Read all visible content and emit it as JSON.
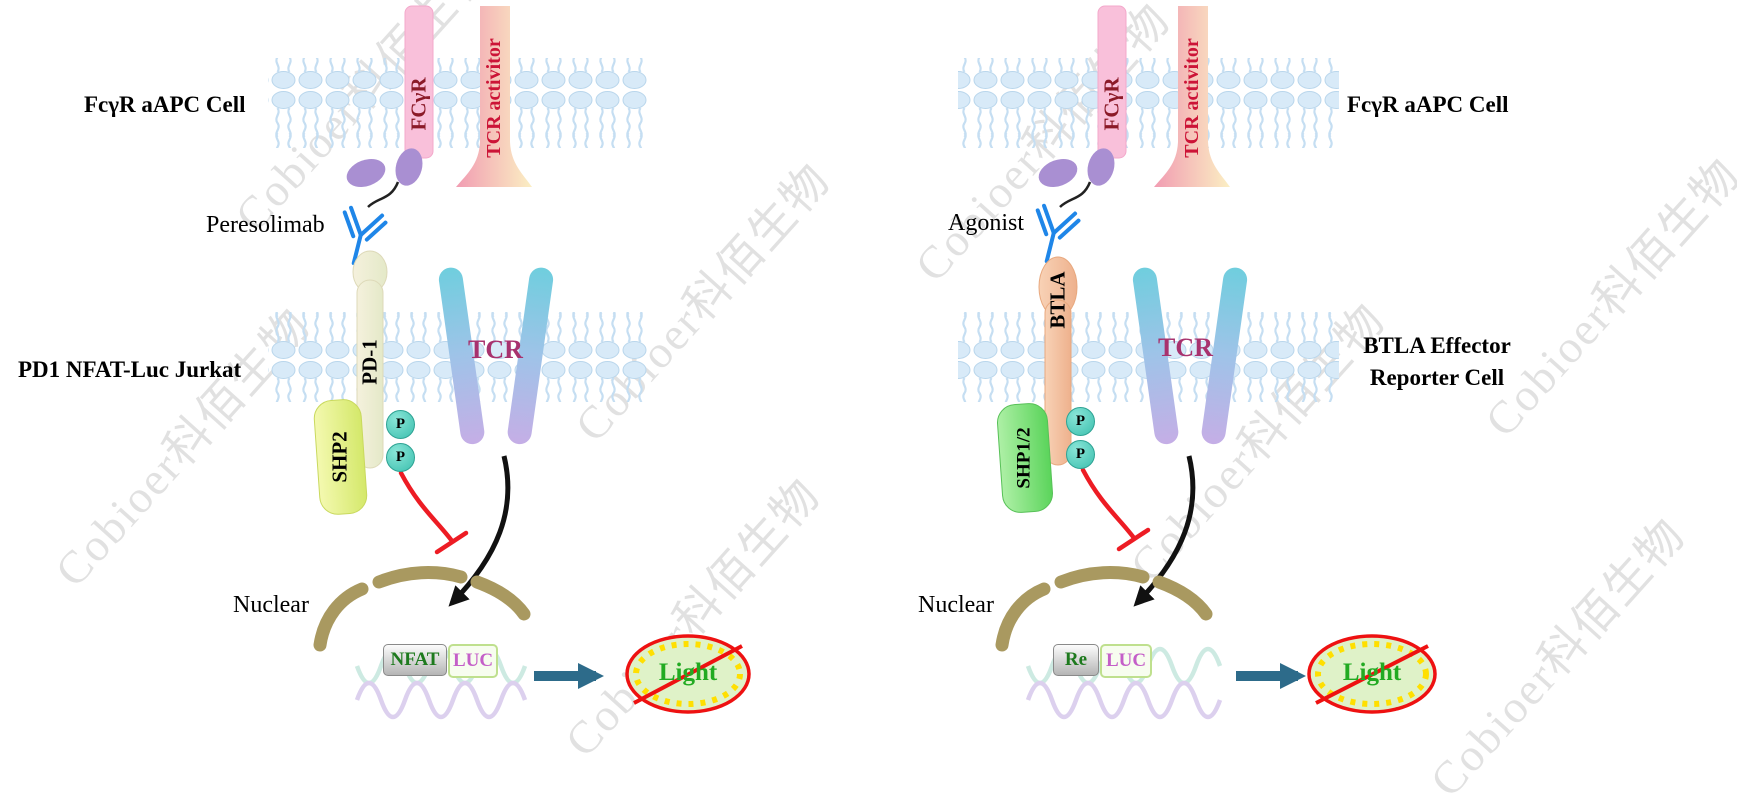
{
  "watermark": "Cobioer科佰生物",
  "left": {
    "apc_cell": "FcγR aAPC Cell",
    "fcgr": "FCγR",
    "tcr_activator": "TCR activitor",
    "antibody": "Peresolimab",
    "receptor": "PD-1",
    "effector_cell": "PD1 NFAT-Luc Jurkat",
    "tcr": "TCR",
    "phosphatase": "SHP2",
    "p1": "P",
    "p2": "P",
    "nuclear": "Nuclear",
    "tf_box": "NFAT",
    "luc_box": "LUC",
    "light": "Light"
  },
  "right": {
    "apc_cell": "FcγR aAPC Cell",
    "fcgr": "FCγR",
    "tcr_activator": "TCR activitor",
    "antibody": "Agonist",
    "receptor": "BTLA",
    "effector_cell_line1": "BTLA Effector",
    "effector_cell_line2": "Reporter Cell",
    "tcr": "TCR",
    "phosphatase": "SHP1/2",
    "p1": "P",
    "p2": "P",
    "nuclear": "Nuclear",
    "tf_box": "Re",
    "luc_box": "LUC",
    "light": "Light"
  },
  "palette": {
    "membrane_blue": "#d8eaf8",
    "fcgr_pink": "#f9c0da",
    "activator_pink": "#f19cb2",
    "antibody_blue": "#1f86e8",
    "pd1_cream": "#f3efd8",
    "btla_peach": "#f8d2b6",
    "tcr_teal": "#6fcede",
    "tcr_lavender": "#c5aee6",
    "shp2_yellow_green": "#d4e86a",
    "shp12_green": "#5bd45b",
    "phospho_teal": "#3cbfae",
    "nuclear_tan": "#a99960",
    "inhibit_red": "#ed1c24",
    "light_text_green": "#22aa22",
    "signal_arrow_teal": "#2d6b8a"
  }
}
